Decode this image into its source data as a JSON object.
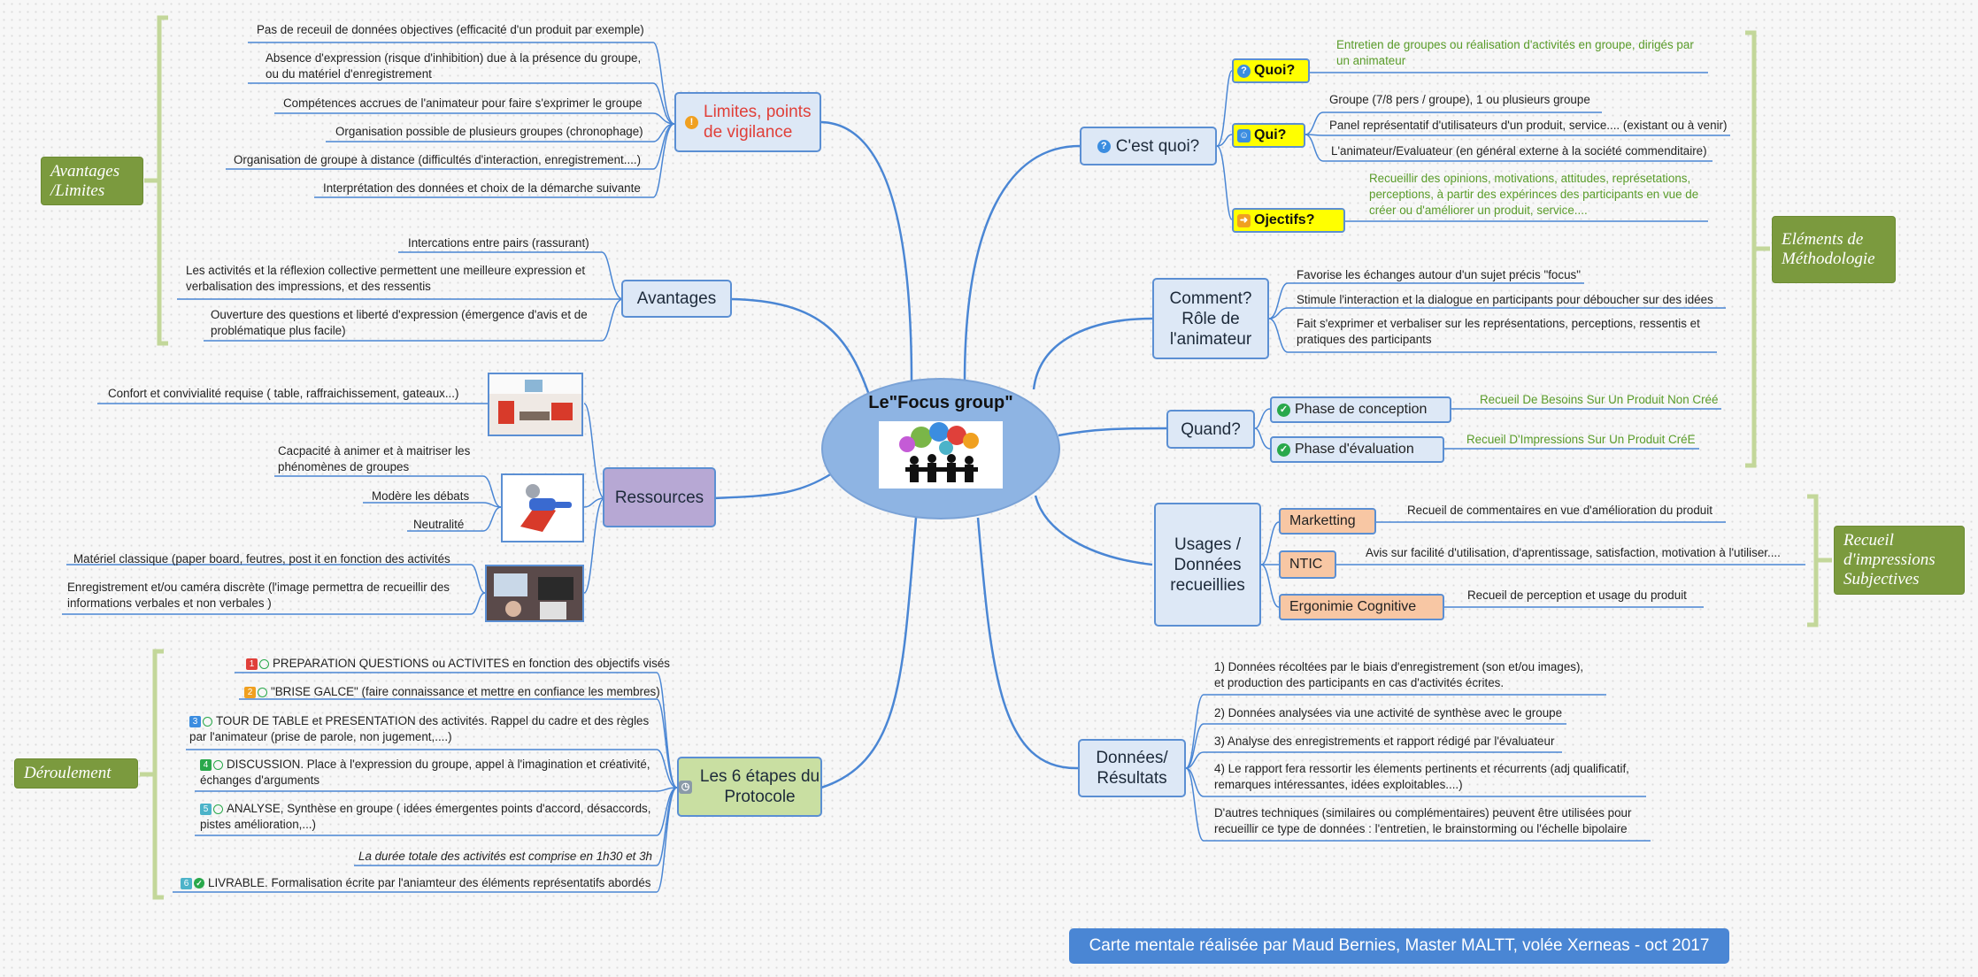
{
  "central": {
    "title": "Le\"Focus group\"",
    "image": "people-talking-icon"
  },
  "groups": {
    "avantages_limites": "Avantages /Limites",
    "deroulement": "Déroulement",
    "elements_methodologie": "Eléments de Méthodologie",
    "recueil": "Recueil d'impressions Subjectives"
  },
  "limites": {
    "title": "Limites, points de vigilance",
    "items": [
      "Pas de receuil de données objectives (efficacité d'un produit par exemple)",
      "Absence d'expression (risque d'inhibition) due à la présence du groupe, ou du matériel d'enregistrement",
      "Compétences accrues de l'animateur pour faire s'exprimer le groupe",
      "Organisation possible de plusieurs groupes (chronophage)",
      "Organisation de groupe à distance (difficultés d'interaction, enregistrement....)",
      "Interprétation des données et choix de la démarche suivante"
    ]
  },
  "avantages": {
    "title": "Avantages",
    "items": [
      "Intercations entre pairs (rassurant)",
      "Les activités et la réflexion collective permettent une meilleure expression et verbalisation des impressions, et des ressentis",
      "Ouverture des questions et liberté d'expression (émergence d'avis et de problématique plus facile)"
    ]
  },
  "ressources": {
    "title": "Ressources",
    "items": [
      "Confort et convivialité requise ( table, raffraichissement, gateaux...)",
      "Cacpacité à animer et à maitriser les phénomènes de groupes",
      "Modère les débats",
      "Neutralité",
      "Matériel classique (paper board, feutres, post it en fonction des activités",
      "Enregistrement et/ou caméra discrète (l'image permettra de recueillir des informations verbales et non verbales )"
    ]
  },
  "etapes": {
    "title": "Les 6 étapes du Protocole",
    "items": [
      {
        "num": "1",
        "color": "#e0403a",
        "text": "PREPARATION QUESTIONS ou ACTIVITES en fonction des objectifs visés"
      },
      {
        "num": "2",
        "color": "#f0a020",
        "text": "\"BRISE GALCE\" (faire connaissance et mettre en confiance les membres)"
      },
      {
        "num": "3",
        "color": "#3b8de0",
        "text": "TOUR DE TABLE et PRESENTATION des activités. Rappel du cadre et des règles par l'animateur (prise de parole, non jugement,....)"
      },
      {
        "num": "4",
        "color": "#29a84b",
        "text": "DISCUSSION. Place à l'expression du groupe, appel à l'imagination et créativité, échanges d'arguments"
      },
      {
        "num": "5",
        "color": "#4cb3c9",
        "text": "ANALYSE, Synthèse en groupe ( idées émergentes points d'accord, désaccords, pistes amélioration,...)"
      },
      {
        "num": "",
        "color": "",
        "text": "La durée totale des activités est comprise en 1h30 et 3h"
      },
      {
        "num": "6",
        "color": "#4cb3c9",
        "text": "LIVRABLE. Formalisation écrite par l'aniamteur des éléments représentatifs abordés"
      }
    ]
  },
  "cest_quoi": {
    "title": "C'est quoi?",
    "quoi": {
      "label": "Quoi?",
      "text": "Entretien de groupes ou réalisation d'activités en groupe, dirigés par un animateur"
    },
    "qui": {
      "label": "Qui?",
      "items": [
        "Groupe (7/8 pers / groupe), 1 ou plusieurs groupe",
        "Panel représentatif d'utilisateurs d'un produit, service.... (existant ou à venir)",
        "L'animateur/Evaluateur (en général externe à la société commenditaire)"
      ]
    },
    "objectifs": {
      "label": "Ojectifs?",
      "text": "Recueillir des opinions, motivations, attitudes, représetations, perceptions, à partir des expérinces des participants en vue de créer ou d'améliorer un produit, service...."
    }
  },
  "comment": {
    "title": "Comment? Rôle de l'animateur",
    "items": [
      "Favorise les échanges autour d'un sujet précis \"focus\"",
      "Stimule l'interaction et la dialogue en participants pour déboucher sur des idées",
      "Fait s'exprimer et verbaliser sur les représentations, perceptions, ressentis et pratiques des participants"
    ]
  },
  "quand": {
    "title": "Quand?",
    "phases": [
      {
        "label": "Phase de conception",
        "text": "Recueil De Besoins Sur Un Produit Non Créé"
      },
      {
        "label": "Phase d'évaluation",
        "text": "Recueil D'Impressions Sur Un Produit CréE"
      }
    ]
  },
  "usages": {
    "title": "Usages / Données recueillies",
    "items": [
      {
        "label": "Marketting",
        "text": "Recueil de commentaires en vue d'amélioration du produit"
      },
      {
        "label": "NTIC",
        "text": "Avis sur facilité d'utilisation, d'aprentissage, satisfaction, motivation  à l'utiliser...."
      },
      {
        "label": "Ergonimie Cognitive",
        "text": "Recueil de perception et usage du produit"
      }
    ]
  },
  "donnees": {
    "title": "Données/ Résultats",
    "items": [
      "1) Données récoltées par le biais d'enregistrement (son et/ou images), et production des participants en cas d'activités écrites.",
      "2) Données analysées via une activité de synthèse avec le groupe",
      "3) Analyse des enregistrements et rapport rédigé par l'évaluateur",
      "4) Le rapport fera ressortir les élements pertinents et récurrents (adj qualificatif, remarques intéressantes, idées exploitables....)",
      "D'autres techniques (similaires ou complémentaires) peuvent être utilisées pour recueillir ce type de données : l'entretien, le brainstorming ou l'échelle bipolaire"
    ]
  },
  "footer": "Carte mentale réalisée par Maud Bernies, Master MALTT, volée Xerneas - oct 2017",
  "colors": {
    "branch": "#4a86d4",
    "topic_border": "#5b8fd3",
    "group_bg": "#7b9a3e",
    "bracket": "#c3d79a",
    "central": "#8eb4e3"
  }
}
